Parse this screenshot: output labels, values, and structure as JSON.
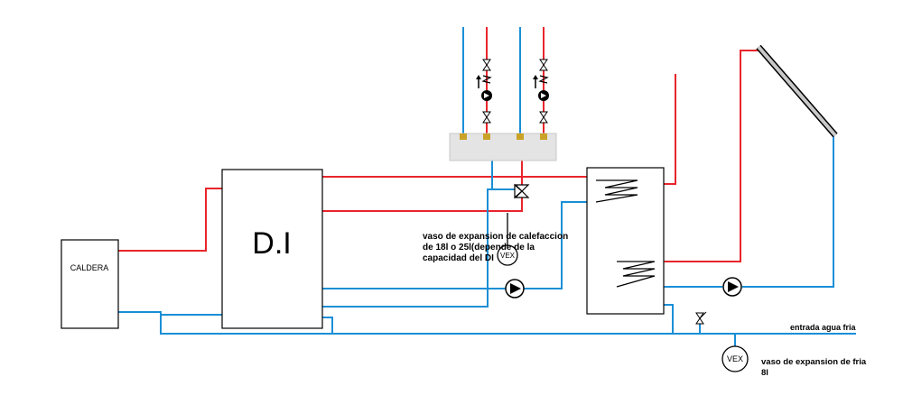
{
  "labels": {
    "boiler": "CALDERA",
    "di_tank": "D.I",
    "heating_expansion_line1": "vaso de expansion de calefaccion",
    "heating_expansion_line2": "de 18l o 25l(depende de la",
    "heating_expansion_line3": "capacidad del DI",
    "vex_heating": "VEX",
    "vex_cold": "VEX",
    "cold_water_inlet": "entrada agua fria",
    "cold_expansion_line1": "vaso de expansion de fria",
    "cold_expansion_line2": "8l"
  },
  "colors": {
    "hot_pipe": "#e8252b",
    "cold_pipe": "#1a8fd6",
    "outline": "#000000",
    "manifold": "#e4e4e4",
    "fitting": "#c9a227"
  }
}
